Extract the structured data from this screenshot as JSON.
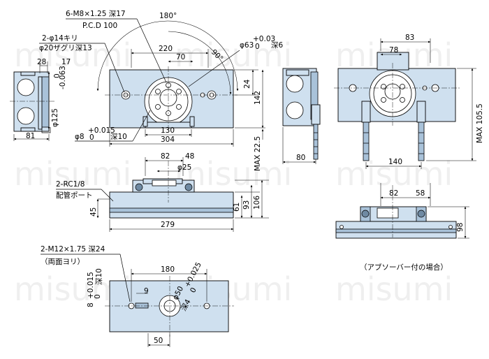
{
  "watermark": "misumi",
  "labels": {
    "m8": "6-M8×1.25 深17",
    "pcd": "P.C.D 100",
    "deg180": "180°",
    "deg90": "90°",
    "phi14": "2-φ14キリ",
    "phi20": "φ20ザグリ深13",
    "phi63": "φ63",
    "phi63_tol_up": "+0.03",
    "phi63_tol_lo": "0",
    "phi63_depth": "深6",
    "d220": "220",
    "d70": "70",
    "d24": "24",
    "d142": "142",
    "d28": "28",
    "d17": "17",
    "phi125": "φ125",
    "phi125_tol": "-0.063",
    "phi125_tol0": "0",
    "d81": "81",
    "phi8": "φ8",
    "phi8_tol_up": "+0.015",
    "phi8_tol_lo": "0",
    "phi8_depth": "深10",
    "d130": "130",
    "d304": "304",
    "max225": "MAX 22.5",
    "d83": "83",
    "d78": "78",
    "d80": "80",
    "d140": "140",
    "max1055": "MAX 105.5",
    "d82": "82",
    "d48": "48",
    "phi25": "φ25",
    "rc18": "2-RC1/8",
    "port": "配管ポート",
    "d45": "45",
    "d61": "61",
    "d93": "93",
    "d106": "106",
    "d279": "279",
    "d82b": "82",
    "d58": "58",
    "d98": "98",
    "absorber": "（アブソーバー付の場合）",
    "m12": "2-M12×1.75 深24",
    "both": "（両面ヨリ）",
    "d180": "180",
    "phi8b_depth": "深10",
    "phi8b_tol_up": "+0.015",
    "phi8b_tol_lo": "0",
    "phi8b": "8",
    "d9": "9",
    "phi50": "φ50",
    "phi50_tol_up": "+0.025",
    "phi50_tol_lo": "0",
    "phi50_depth": "深4",
    "d50": "50"
  }
}
